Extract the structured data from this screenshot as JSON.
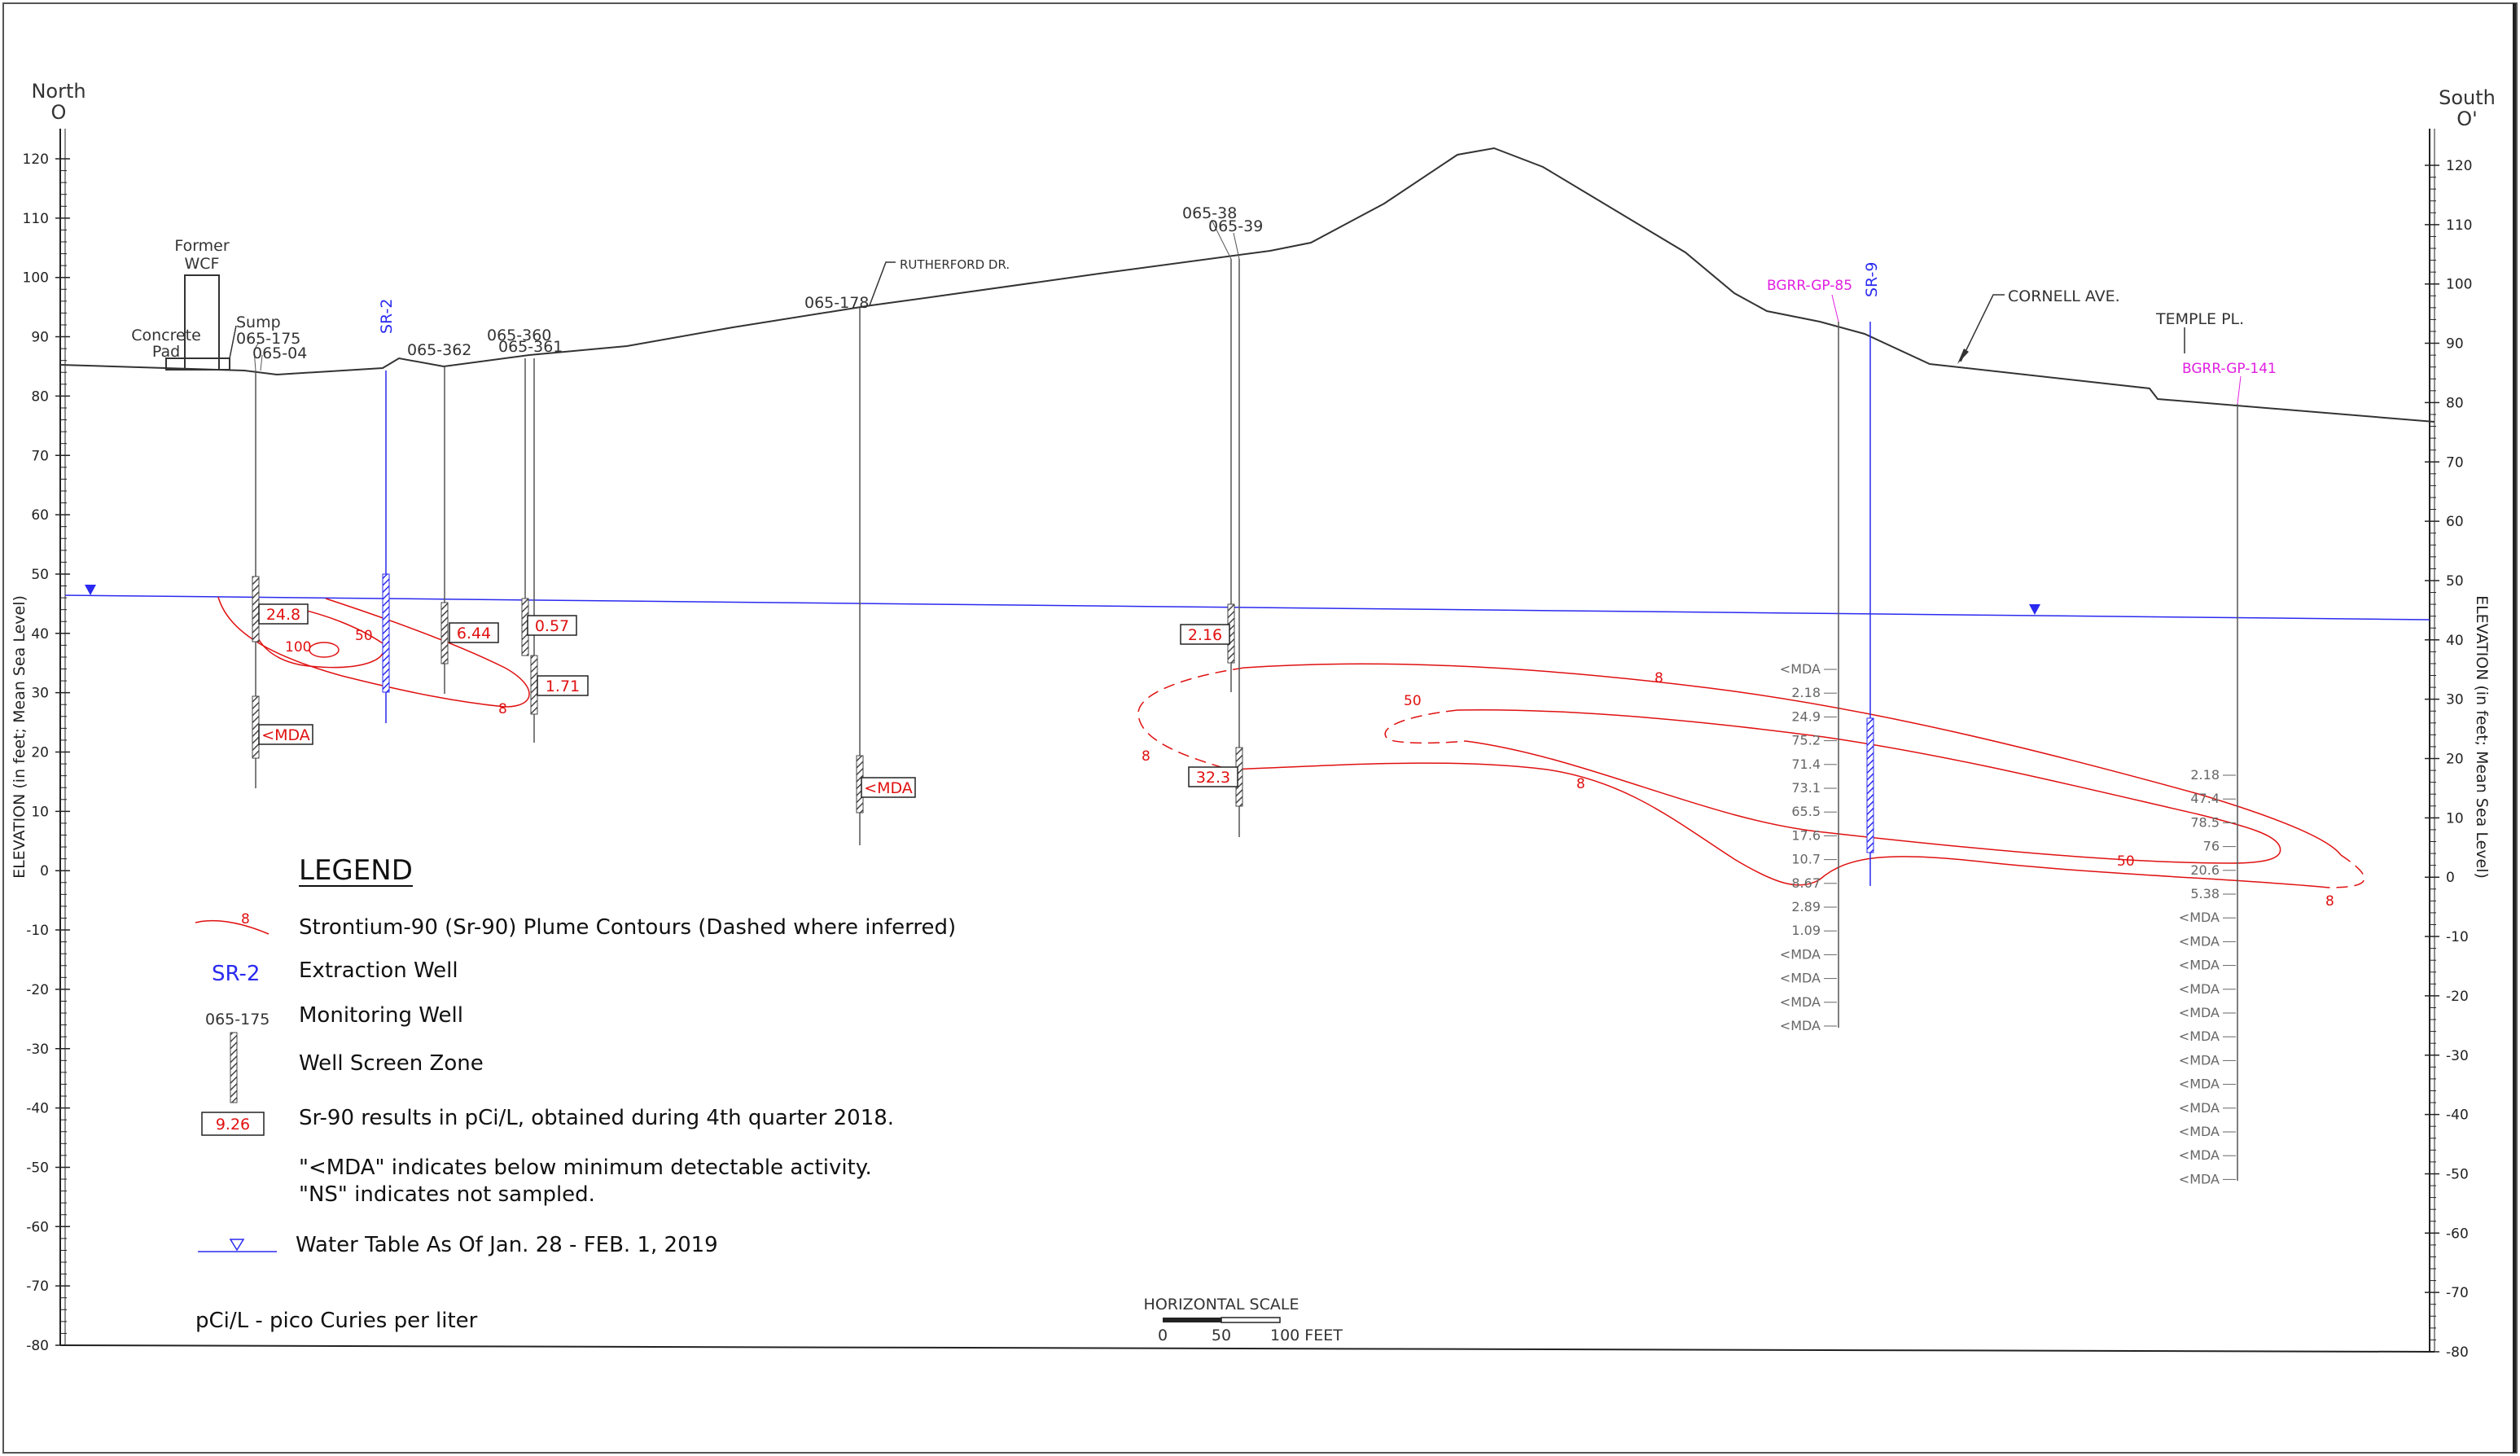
{
  "directions": {
    "north": "North",
    "north_point": "O",
    "south": "South",
    "south_point": "O'"
  },
  "axis": {
    "left_title": "ELEVATION (in feet; Mean Sea Level)",
    "right_title": "ELEVATION (in feet; Mean Sea Level)",
    "ticks": [
      120,
      110,
      100,
      90,
      80,
      70,
      60,
      50,
      40,
      30,
      20,
      10,
      0,
      -10,
      -20,
      -30,
      -40,
      -50,
      -60,
      -70,
      -80
    ]
  },
  "labels": {
    "former_wcf": "Former",
    "former_wcf2": "WCF",
    "sump": "Sump",
    "concrete": "Concrete",
    "pad": "Pad",
    "rutherford": "RUTHERFORD DR.",
    "cornell": "CORNELL AVE.",
    "temple": "TEMPLE PL."
  },
  "wells": {
    "w065_175": "065-175",
    "w065_04": "065-04",
    "sr2": "SR-2",
    "w065_362": "065-362",
    "w065_360": "065-360",
    "w065_361": "065-361",
    "w065_178": "065-178",
    "w065_38": "065-38",
    "w065_39": "065-39",
    "bgrr85": "BGRR-GP-85",
    "sr9": "SR-9",
    "bgrr141": "BGRR-GP-141"
  },
  "results": {
    "r1": "24.8",
    "r2": "<MDA",
    "r3": "6.44",
    "r4": "0.57",
    "r5": "1.71",
    "r6": "<MDA",
    "r7": "2.16",
    "r8": "32.3"
  },
  "contour_labels": {
    "c100": "100",
    "c50a": "50",
    "c8a": "8",
    "c8b": "8",
    "c50b": "50",
    "c8c": "8",
    "c8d": "8",
    "c50c": "50",
    "c8e": "8"
  },
  "gp85_depth_values": [
    "<MDA",
    "2.18",
    "24.9",
    "75.2",
    "71.4",
    "73.1",
    "65.5",
    "17.6",
    "10.7",
    "8.67",
    "2.89",
    "1.09",
    "<MDA",
    "<MDA",
    "<MDA",
    "<MDA"
  ],
  "gp141_depth_values": [
    "2.18",
    "47.4",
    "78.5",
    "76",
    "20.6",
    "5.38",
    "<MDA",
    "<MDA",
    "<MDA",
    "<MDA",
    "<MDA",
    "<MDA",
    "<MDA",
    "<MDA",
    "<MDA",
    "<MDA",
    "<MDA",
    "<MDA"
  ],
  "legend": {
    "title": "LEGEND",
    "contour_sample": "8",
    "contour_text": "Strontium-90 (Sr-90) Plume Contours (Dashed where inferred)",
    "ew_sample": "SR-2",
    "ew_text": "Extraction Well",
    "mw_sample": "065-175",
    "mw_text": "Monitoring Well",
    "screen_text": "Well Screen Zone",
    "result_sample": "9.26",
    "result_text": "Sr-90 results in pCi/L, obtained during 4th quarter 2018.",
    "mda_note": "\"<MDA\" indicates below minimum detectable activity.",
    "ns_note": "\"NS\" indicates not sampled.",
    "water_text": "Water Table As Of Jan. 28 - FEB. 1, 2019",
    "units": "pCi/L - pico Curies per liter"
  },
  "scale": {
    "title": "HORIZONTAL SCALE",
    "t0": "0",
    "t50": "50",
    "t100": "100 FEET"
  },
  "colors": {
    "ground": "#333333",
    "water": "#2a2af0",
    "plume": "#e01010",
    "extraction": "#2a2af0",
    "gp": "#e020e0"
  }
}
